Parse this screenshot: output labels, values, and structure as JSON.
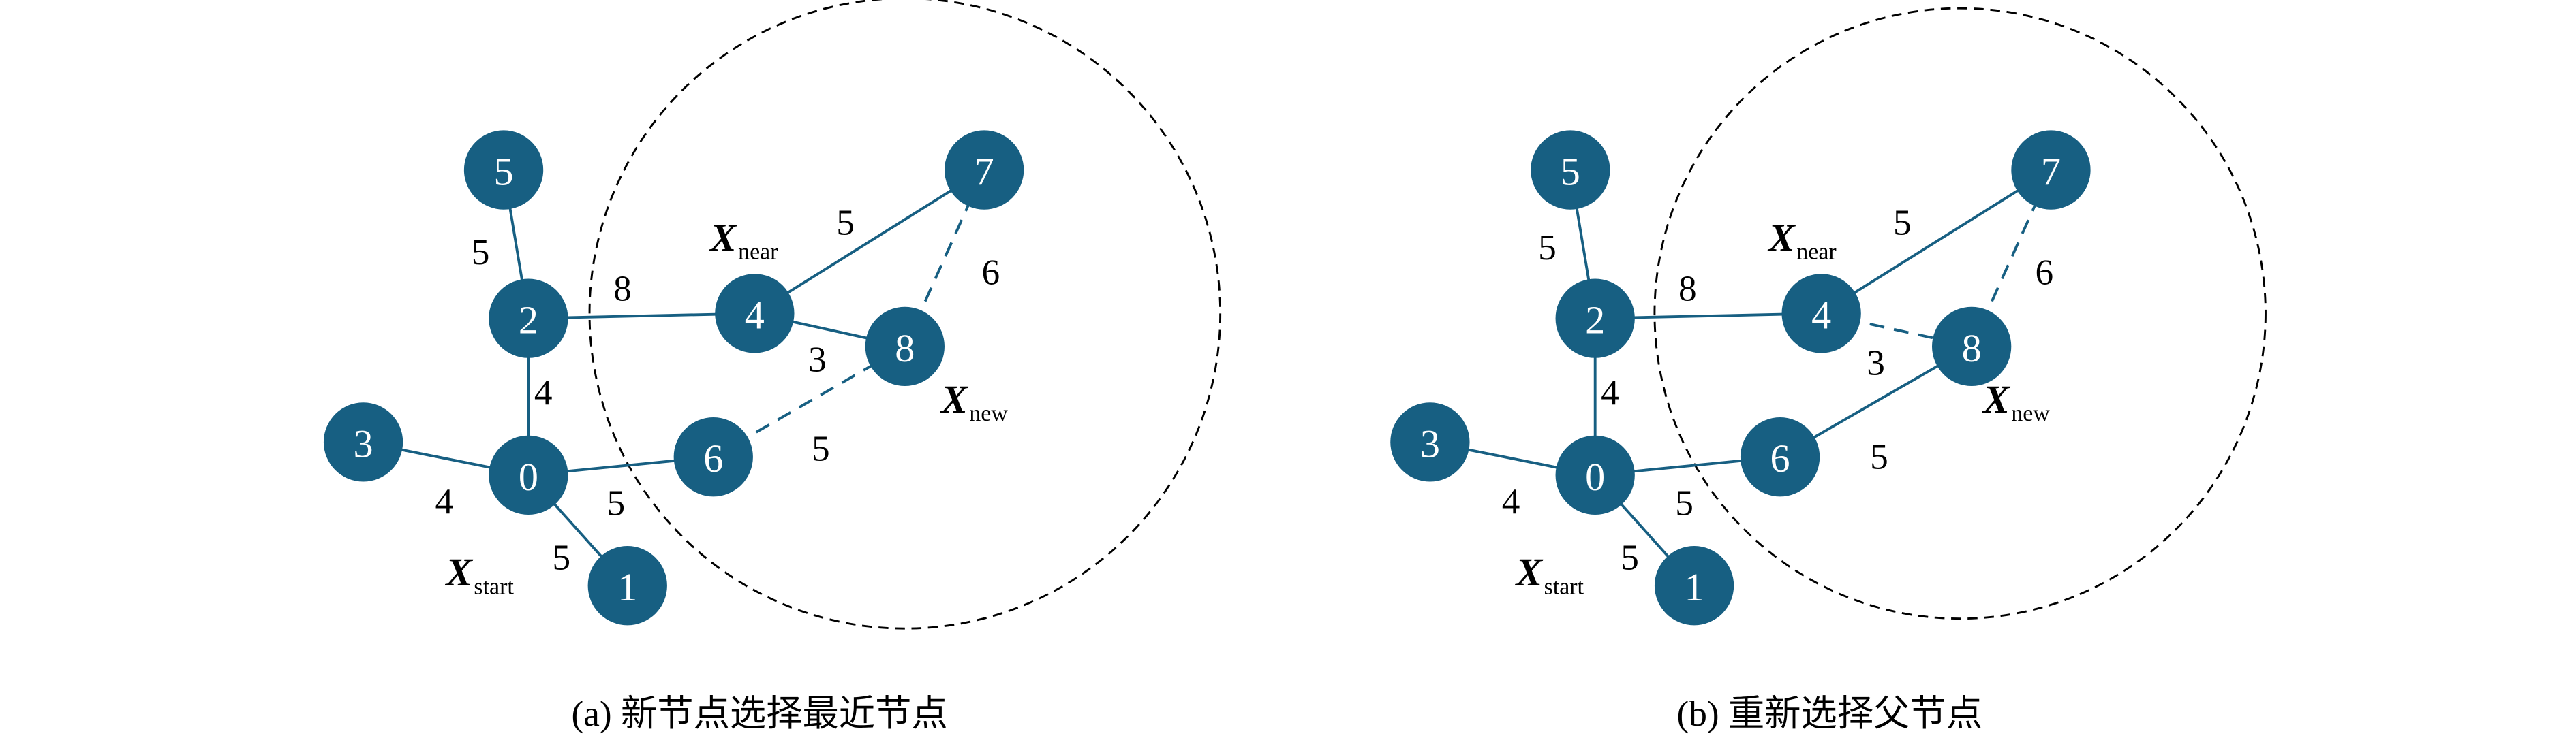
{
  "colors": {
    "node": "#175f82",
    "edge": "#175f82",
    "text": "#000000"
  },
  "panels": [
    {
      "id": "a",
      "caption": "(a) 新节点选择最近节点",
      "nodes": [
        "0",
        "1",
        "2",
        "3",
        "4",
        "5",
        "6",
        "7",
        "8"
      ],
      "edges": [
        {
          "from": "5",
          "to": "2",
          "weight": "5",
          "style": "solid"
        },
        {
          "from": "2",
          "to": "4",
          "weight": "8",
          "style": "solid"
        },
        {
          "from": "2",
          "to": "0",
          "weight": "4",
          "style": "solid"
        },
        {
          "from": "3",
          "to": "0",
          "weight": "4",
          "style": "solid"
        },
        {
          "from": "0",
          "to": "6",
          "weight": "5",
          "style": "solid"
        },
        {
          "from": "0",
          "to": "1",
          "weight": "5",
          "style": "solid"
        },
        {
          "from": "4",
          "to": "7",
          "weight": "5",
          "style": "solid"
        },
        {
          "from": "4",
          "to": "8",
          "weight": "3",
          "style": "solid"
        },
        {
          "from": "8",
          "to": "7",
          "weight": "6",
          "style": "dashed"
        },
        {
          "from": "6",
          "to": "8",
          "weight": "5",
          "style": "dashed"
        }
      ],
      "labels": {
        "near": {
          "main": "X",
          "sub": "near"
        },
        "new": {
          "main": "X",
          "sub": "new"
        },
        "start": {
          "main": "X",
          "sub": "start"
        }
      }
    },
    {
      "id": "b",
      "caption": "(b) 重新选择父节点",
      "nodes": [
        "0",
        "1",
        "2",
        "3",
        "4",
        "5",
        "6",
        "7",
        "8"
      ],
      "edges": [
        {
          "from": "5",
          "to": "2",
          "weight": "5",
          "style": "solid"
        },
        {
          "from": "2",
          "to": "4",
          "weight": "8",
          "style": "solid"
        },
        {
          "from": "2",
          "to": "0",
          "weight": "4",
          "style": "solid"
        },
        {
          "from": "3",
          "to": "0",
          "weight": "4",
          "style": "solid"
        },
        {
          "from": "0",
          "to": "6",
          "weight": "5",
          "style": "solid"
        },
        {
          "from": "0",
          "to": "1",
          "weight": "5",
          "style": "solid"
        },
        {
          "from": "4",
          "to": "7",
          "weight": "5",
          "style": "solid"
        },
        {
          "from": "4",
          "to": "8",
          "weight": "3",
          "style": "dashed"
        },
        {
          "from": "8",
          "to": "7",
          "weight": "6",
          "style": "dashed"
        },
        {
          "from": "6",
          "to": "8",
          "weight": "5",
          "style": "solid"
        }
      ],
      "labels": {
        "near": {
          "main": "X",
          "sub": "near"
        },
        "new": {
          "main": "X",
          "sub": "new"
        },
        "start": {
          "main": "X",
          "sub": "start"
        }
      }
    }
  ]
}
